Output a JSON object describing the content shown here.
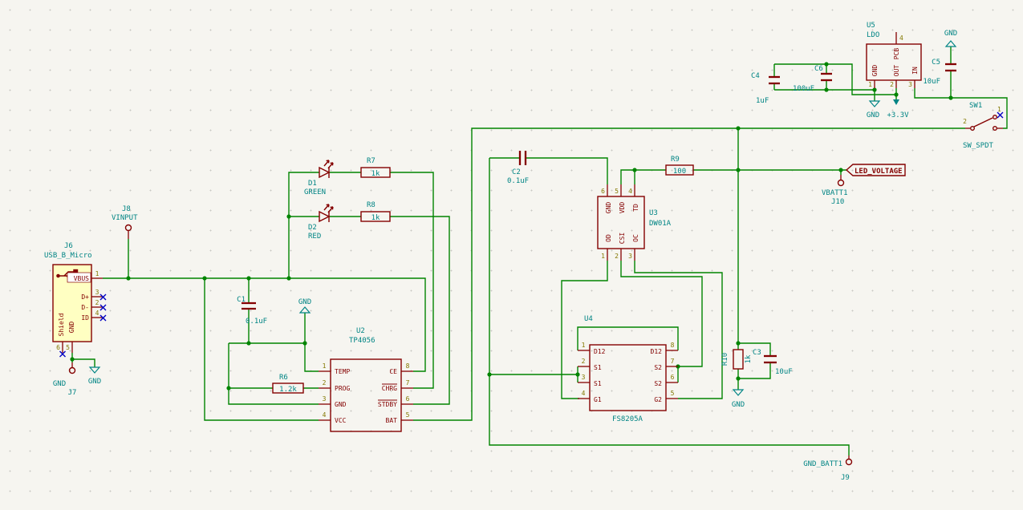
{
  "colors": {
    "background": "#f6f5f0",
    "wire": "#008400",
    "outline": "#840000",
    "reference": "#008484",
    "pin_number": "#837800",
    "no_connect": "#0000c2"
  },
  "power": {
    "gnd": "GND",
    "v33": "+3.3V"
  },
  "labels": {
    "led_voltage": "LED_VOLTAGE"
  },
  "connectors": {
    "j8": {
      "ref": "J8",
      "value": "VINPUT"
    },
    "j7": {
      "ref": "J7",
      "value": "GND"
    },
    "j10": {
      "ref": "J10",
      "value": "VBATT1"
    },
    "j9": {
      "ref": "J9",
      "value": "GND_BATT1"
    }
  },
  "usb": {
    "ref": "J6",
    "value": "USB_B_Micro",
    "pins": {
      "vbus": {
        "num": "1",
        "name": "VBUS"
      },
      "dp": {
        "num": "3",
        "name": "D+"
      },
      "dm": {
        "num": "2",
        "name": "D-"
      },
      "id": {
        "num": "4",
        "name": "ID"
      },
      "gnd": {
        "num": "5",
        "name": "GND"
      },
      "shield": {
        "num": "6",
        "name": "Shield"
      }
    }
  },
  "u2": {
    "ref": "U2",
    "value": "TP4056",
    "left": [
      {
        "num": "1",
        "name": "TEMP"
      },
      {
        "num": "2",
        "name": "PROG"
      },
      {
        "num": "3",
        "name": "GND"
      },
      {
        "num": "4",
        "name": "VCC"
      }
    ],
    "right": [
      {
        "num": "8",
        "name": "CE"
      },
      {
        "num": "7",
        "name": "CHRG"
      },
      {
        "num": "6",
        "name": "STDBY"
      },
      {
        "num": "5",
        "name": "BAT"
      }
    ]
  },
  "u3": {
    "ref": "U3",
    "value": "DW01A",
    "top": [
      {
        "num": "6",
        "name": "GND"
      },
      {
        "num": "5",
        "name": "VDD"
      },
      {
        "num": "4",
        "name": "TD"
      }
    ],
    "bottom": [
      {
        "num": "1",
        "name": "OD"
      },
      {
        "num": "2",
        "name": "CSI"
      },
      {
        "num": "3",
        "name": "OC"
      }
    ]
  },
  "u4": {
    "ref": "U4",
    "value": "FS8205A",
    "left": [
      {
        "num": "1",
        "name": "D12"
      },
      {
        "num": "2",
        "name": "S1"
      },
      {
        "num": "3",
        "name": "S1"
      },
      {
        "num": "4",
        "name": "G1"
      }
    ],
    "right": [
      {
        "num": "8",
        "name": "D12"
      },
      {
        "num": "7",
        "name": "S2"
      },
      {
        "num": "6",
        "name": "S2"
      },
      {
        "num": "5",
        "name": "G2"
      }
    ]
  },
  "u5": {
    "ref": "U5",
    "value": "LDO",
    "pins": [
      {
        "num": "1",
        "name": "GND"
      },
      {
        "num": "2",
        "name": "OUT"
      },
      {
        "num": "3",
        "name": "IN"
      },
      {
        "num": "4",
        "name": "PCB"
      }
    ]
  },
  "resistors": {
    "r6": {
      "ref": "R6",
      "value": "1.2k"
    },
    "r7": {
      "ref": "R7",
      "value": "1k"
    },
    "r8": {
      "ref": "R8",
      "value": "1k"
    },
    "r9": {
      "ref": "R9",
      "value": "100"
    },
    "r10": {
      "ref": "R10",
      "value": "1k"
    }
  },
  "capacitors": {
    "c1": {
      "ref": "C1",
      "value": "0.1uF"
    },
    "c2": {
      "ref": "C2",
      "value": "0.1uF"
    },
    "c3": {
      "ref": "C3",
      "value": "10uF"
    },
    "c4": {
      "ref": "C4",
      "value": "1uF"
    },
    "c5": {
      "ref": "C5",
      "value": "10uF"
    },
    "c6": {
      "ref": "C6",
      "value": "100uF"
    }
  },
  "leds": {
    "d1": {
      "ref": "D1",
      "value": "GREEN"
    },
    "d2": {
      "ref": "D2",
      "value": "RED"
    }
  },
  "switch": {
    "ref": "SW1",
    "value": "SW_SPDT",
    "pins": {
      "common": "2",
      "nc": "1"
    }
  }
}
